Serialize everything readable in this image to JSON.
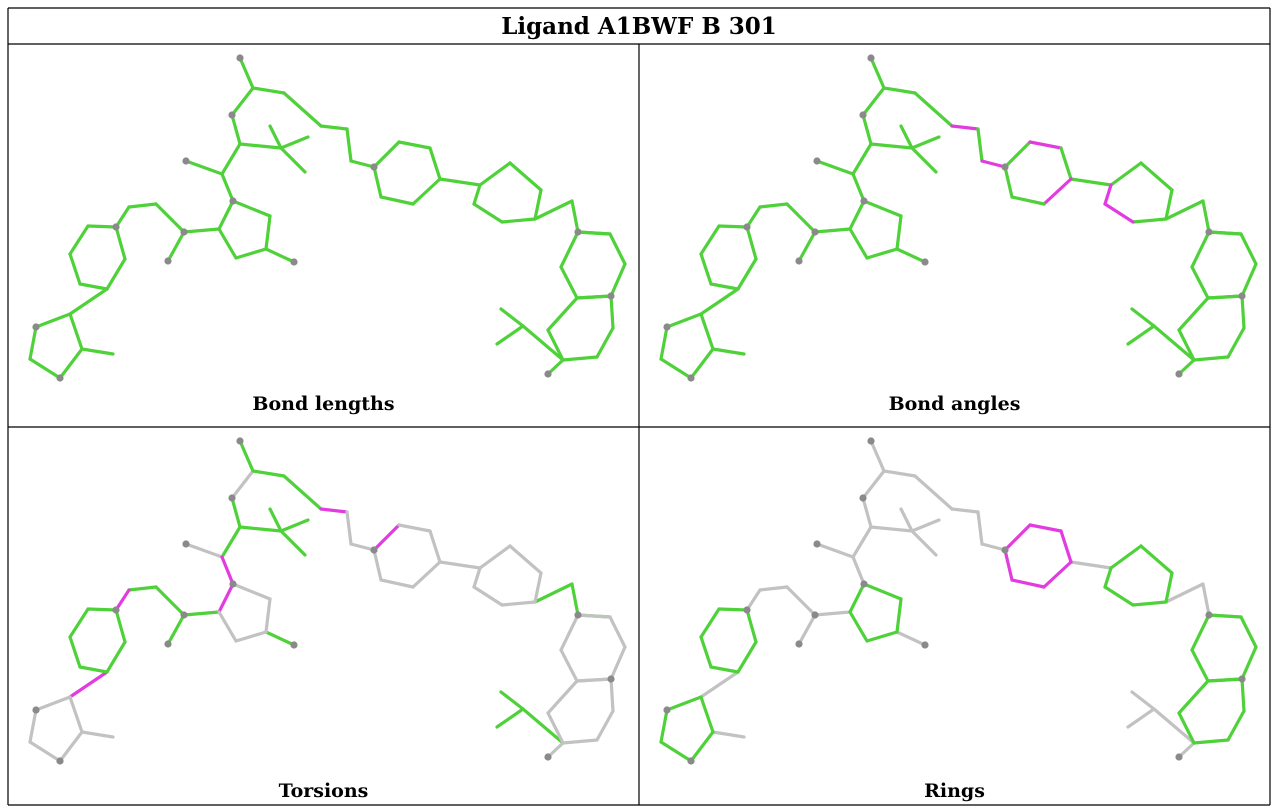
{
  "title": "Ligand A1BWF B 301",
  "colors": {
    "ok": "#4fd13a",
    "outlier": "#e23ce0",
    "neutral": "#c2c2c2",
    "atom": "#8a8a8a",
    "border": "#000000"
  },
  "panels": [
    {
      "caption": "Bond lengths",
      "highlight": {
        "bonds": [],
        "rings": []
      },
      "neutral_all": false,
      "neutral": {
        "bonds": [],
        "rings": []
      }
    },
    {
      "caption": "Bond angles",
      "highlight": {
        "bonds": [
          [
            41,
            42
          ],
          [
            42,
            43
          ],
          [
            51,
            54
          ],
          [
            50,
            55
          ],
          [
            55,
            57
          ],
          [
            55,
            58
          ],
          [
            47,
            56
          ]
        ],
        "rings": []
      },
      "neutral_all": false,
      "neutral": {
        "bonds": [],
        "rings": []
      }
    },
    {
      "caption": "Torsions",
      "highlight": {
        "bonds": [
          [
            13,
            14
          ],
          [
            14,
            15
          ],
          [
            15,
            16
          ],
          [
            27,
            28
          ],
          [
            40,
            41
          ],
          [
            41,
            42
          ]
        ],
        "rings": []
      },
      "neutral_all": false,
      "neutral": {
        "bonds": [
          [
            0,
            1
          ],
          [
            2,
            3
          ],
          [
            3,
            4
          ],
          [
            3,
            5
          ],
          [
            3,
            6
          ],
          [
            7,
            8
          ],
          [
            17,
            18
          ],
          [
            23,
            24
          ],
          [
            25,
            26
          ],
          [
            55,
            57
          ],
          [
            55,
            58
          ],
          [
            46,
            56
          ],
          [
            42,
            43
          ]
        ],
        "rings": [
          "ring_a",
          "ring_c",
          "ring_d",
          "ring_e",
          "ring_f",
          "ring_g"
        ]
      }
    },
    {
      "caption": "Rings",
      "highlight": {
        "bonds": [],
        "rings": [
          "ring_d"
        ]
      },
      "neutral_all": true,
      "neutral": {
        "bonds": [],
        "rings": []
      }
    }
  ]
}
